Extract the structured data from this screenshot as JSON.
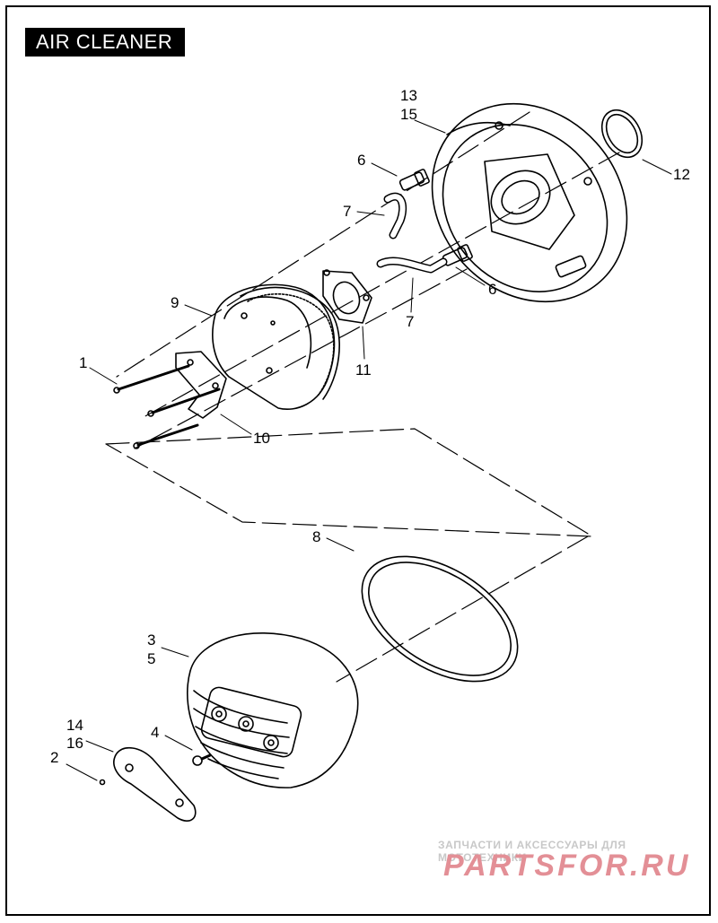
{
  "title": "AIR CLEANER",
  "callouts": {
    "c1": "1",
    "c2": "2",
    "c3": "3",
    "c4": "4",
    "c5": "5",
    "c6a": "6",
    "c6b": "6",
    "c7a": "7",
    "c7b": "7",
    "c8": "8",
    "c9": "9",
    "c10": "10",
    "c11": "11",
    "c12": "12",
    "c13": "13",
    "c14": "14",
    "c15": "15",
    "c16": "16"
  },
  "watermark": {
    "line1": "ЗАПЧАСТИ И АКСЕССУАРЫ ДЛЯ МОТОТЕХНИКИ",
    "line2": "PARTSFOR.RU"
  },
  "colors": {
    "line": "#000000",
    "watermark_text": "#c8c8c8",
    "watermark_logo": "#e38f96"
  }
}
